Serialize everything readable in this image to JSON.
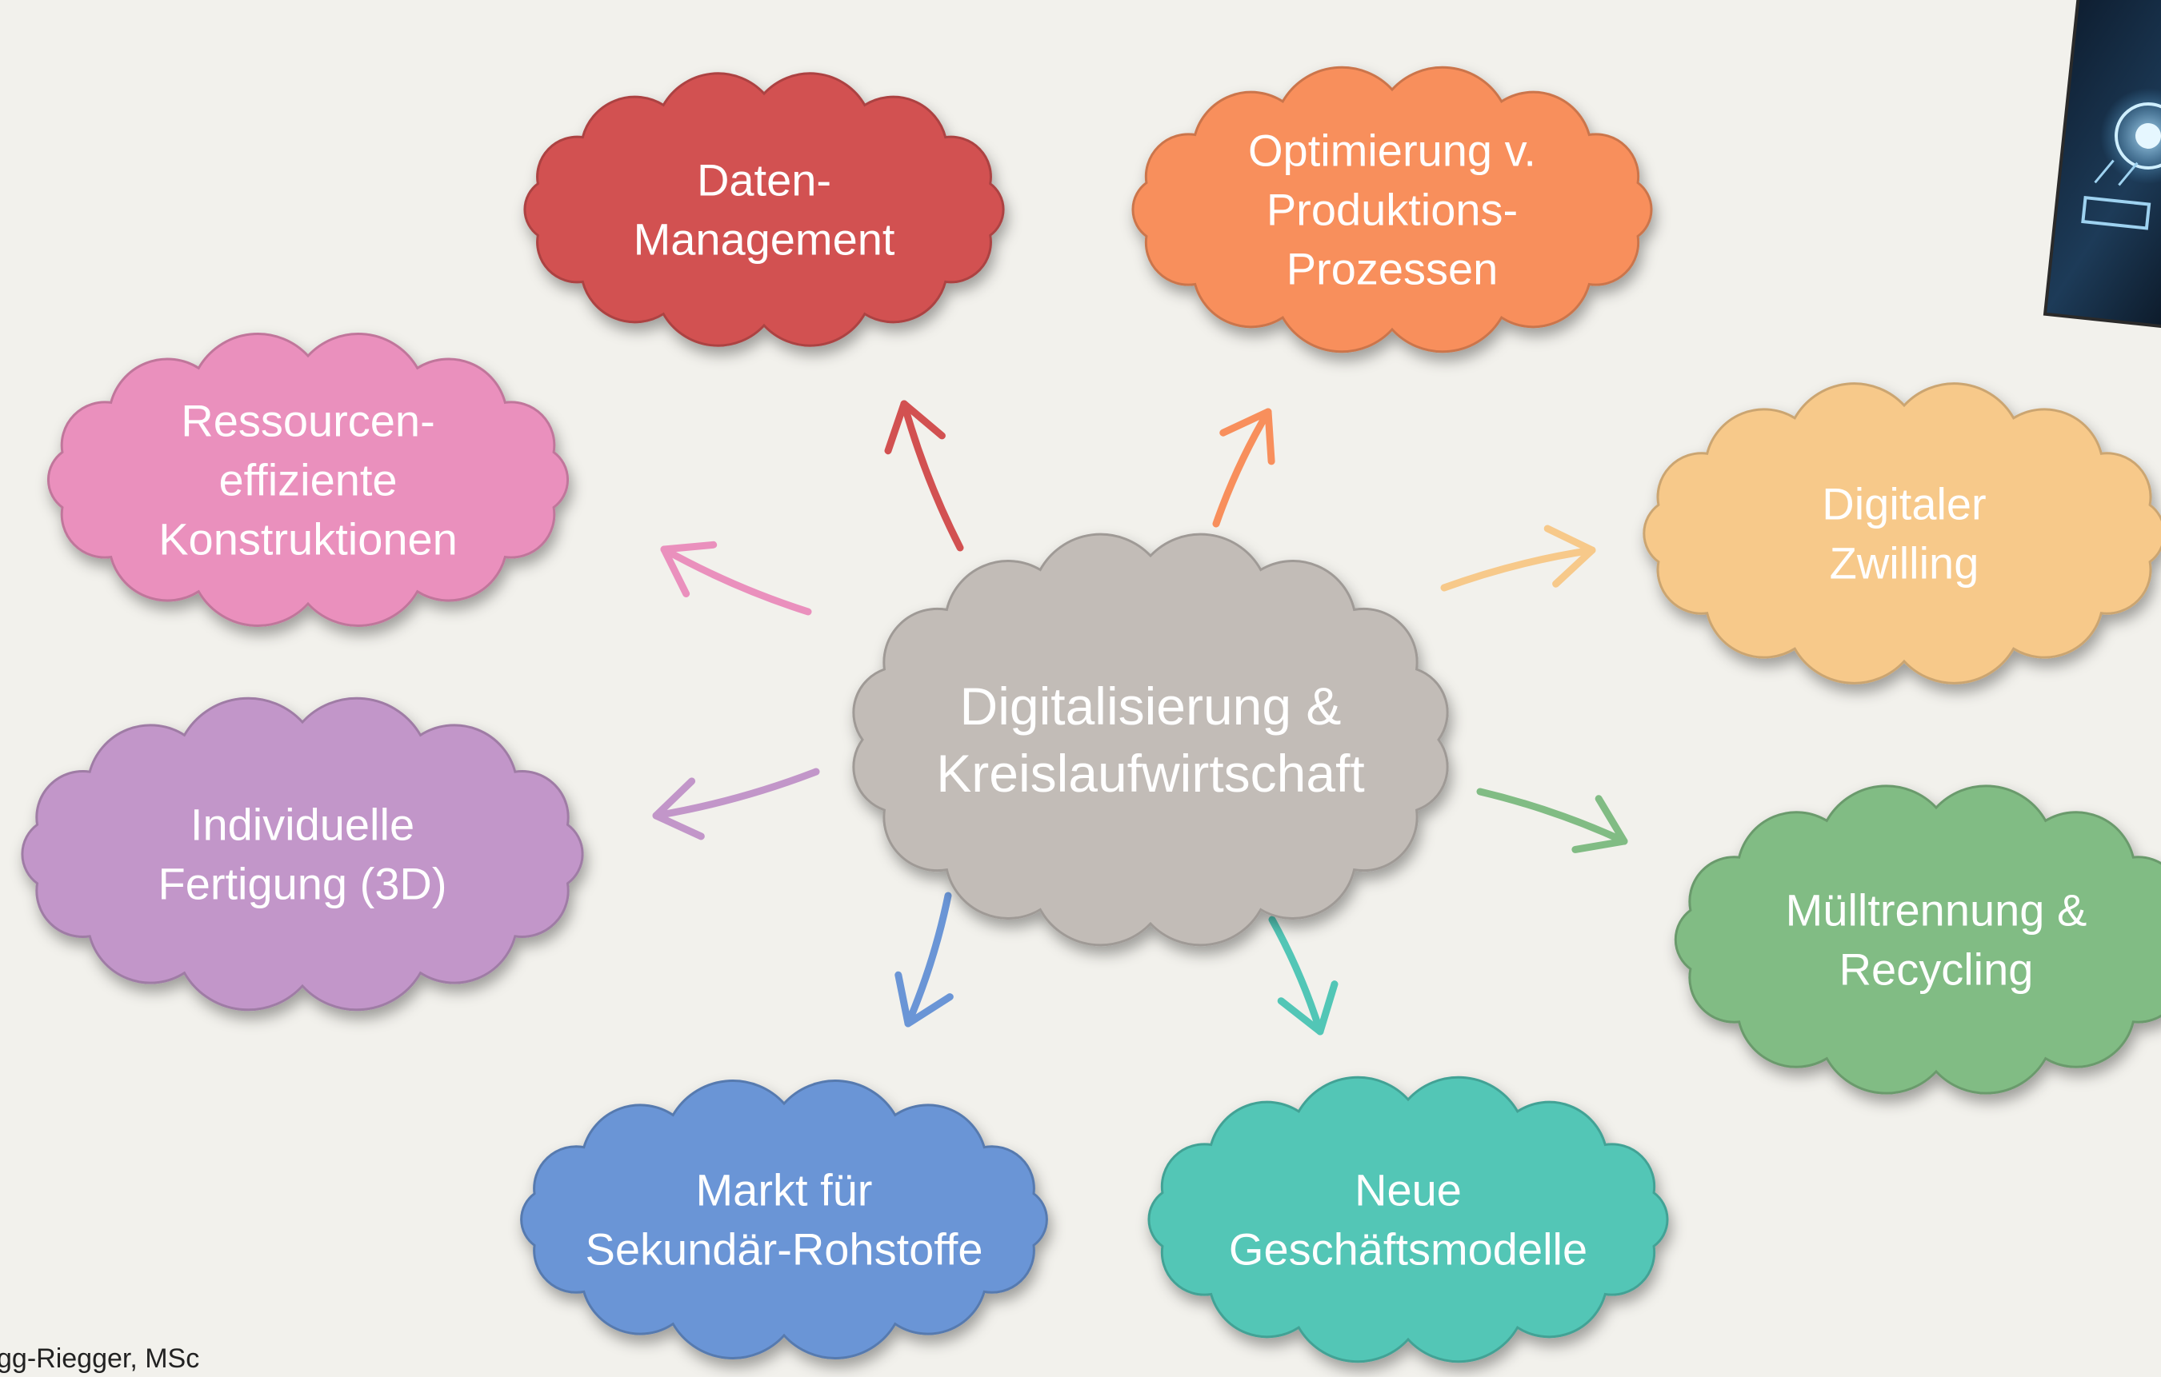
{
  "hub": {
    "lines": [
      "Digitalisierung &",
      "Kreislaufwirtschaft"
    ],
    "color": "#c2bcb7"
  },
  "nodes": [
    {
      "id": "daten-management",
      "lines": [
        "Daten-",
        "Management"
      ],
      "color": "#d25151"
    },
    {
      "id": "optimierung-produktionsprozessen",
      "lines": [
        "Optimierung v.",
        "Produktions-",
        "Prozessen"
      ],
      "color": "#f88f5c"
    },
    {
      "id": "digitaler-zwilling",
      "lines": [
        "Digitaler",
        "Zwilling"
      ],
      "color": "#f7c98a"
    },
    {
      "id": "muelltrennung-recycling",
      "lines": [
        "Mülltrennung &",
        "Recycling"
      ],
      "color": "#81bc84"
    },
    {
      "id": "neue-geschaeftsmodelle",
      "lines": [
        "Neue",
        "Geschäftsmodelle"
      ],
      "color": "#52c6b6"
    },
    {
      "id": "markt-sekundaer-rohstoffe",
      "lines": [
        "Markt für",
        "Sekundär-Rohstoffe"
      ],
      "color": "#6a95d6"
    },
    {
      "id": "individuelle-fertigung",
      "lines": [
        "Individuelle",
        "Fertigung (3D)"
      ],
      "color": "#c296c9"
    },
    {
      "id": "ressourcen-konstruktionen",
      "lines": [
        "Ressourcen-",
        "effiziente",
        "Konstruktionen"
      ],
      "color": "#ea90bd"
    }
  ],
  "footer": {
    "text": "gg-Riegger, MSc"
  }
}
